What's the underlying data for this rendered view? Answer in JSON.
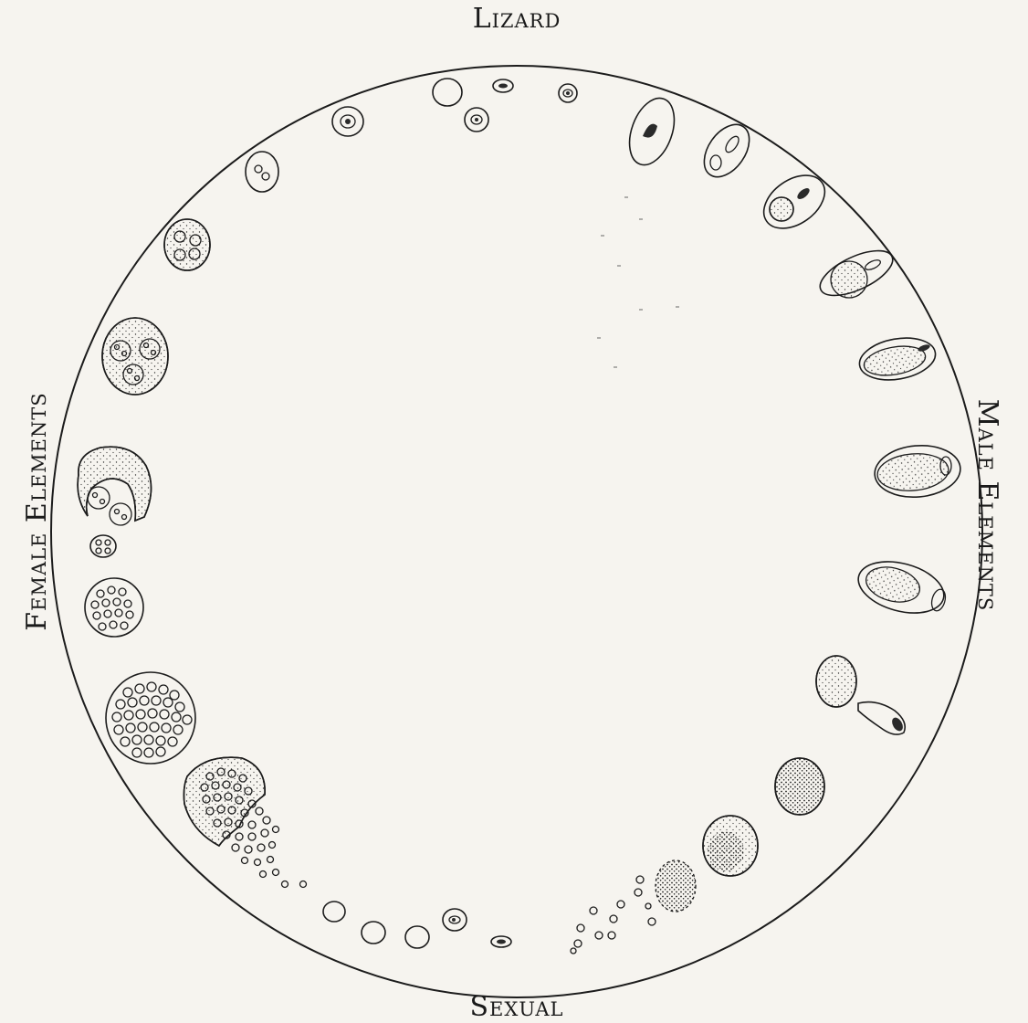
{
  "labels": {
    "top": "Lizard",
    "bottom": "Sexual",
    "left": "Female Elements",
    "right": "Male Elements"
  },
  "colors": {
    "background": "#f6f4ef",
    "ink": "#1c1c1c"
  }
}
